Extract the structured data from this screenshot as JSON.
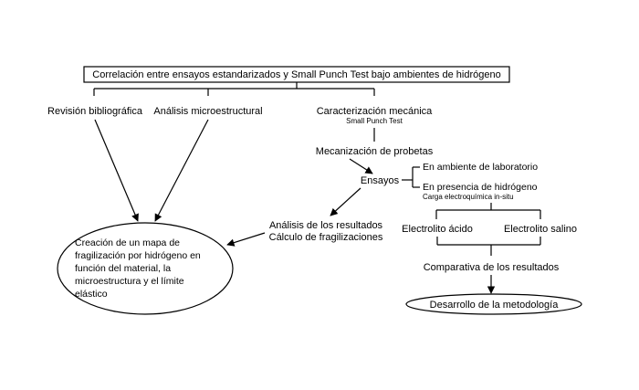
{
  "diagram": {
    "title": "Correlación entre ensayos estandarizados y Small Punch Test bajo ambientes de hidrógeno",
    "branches": {
      "revision": "Revisión bibliográfica",
      "analisis_micro": "Análisis microestructural",
      "caracterizacion": "Caracterización mecánica",
      "caracterizacion_sub": "Small Punch Test"
    },
    "mecanizacion": "Mecanización de probetas",
    "ensayos": "Ensayos",
    "ensayos_options": {
      "laboratorio": "En ambiente de laboratorio",
      "hidrogeno": "En presencia de hidrógeno",
      "hidrogeno_sub": "Carga electroquímica in-situ"
    },
    "electrolitos": {
      "acido": "Electrolito ácido",
      "salino": "Electrolito salino"
    },
    "comparativa": "Comparativa de los resultados",
    "metodologia": "Desarrollo de la metodología",
    "analisis_resultados": {
      "line1": "Análisis de los resultados",
      "line2": "Cálculo de fragilizaciones"
    },
    "creacion_mapa": {
      "line1": "Creación de un mapa de",
      "line2": "fragilización por hidrógeno en",
      "line3": "función del material, la",
      "line4": "microestructura y el límite",
      "line5": "elástico"
    }
  }
}
